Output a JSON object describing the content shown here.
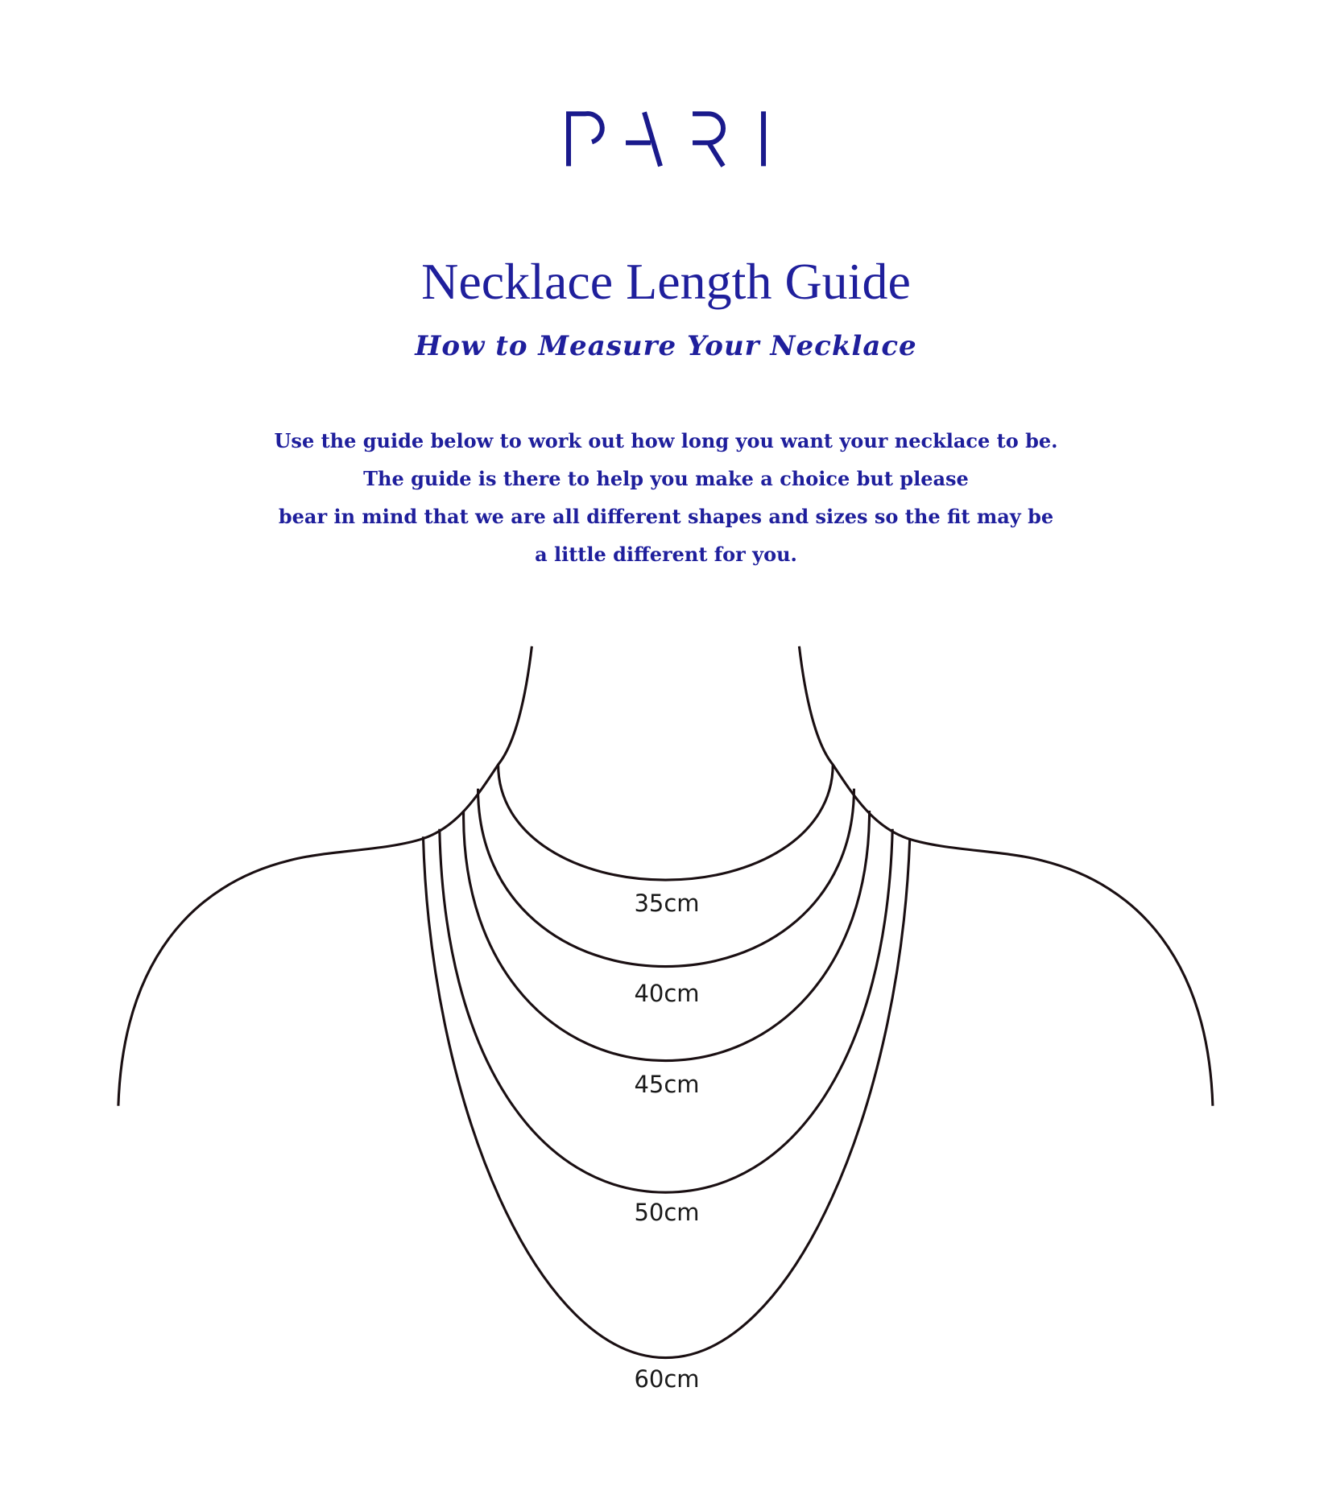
{
  "brand": {
    "logo_text": "PARI",
    "color": "#1f1f9c"
  },
  "title": "Necklace Length Guide",
  "subtitle": "How to Measure Your Necklace",
  "intro": [
    "Use the guide below to work out how long you want your necklace to be.",
    "The guide is there to help you make a choice but please",
    "bear in mind that we are all different shapes and sizes so the fit may be",
    "a little different for you."
  ],
  "lengths": [
    "35cm",
    "40cm",
    "45cm",
    "50cm",
    "60cm"
  ]
}
